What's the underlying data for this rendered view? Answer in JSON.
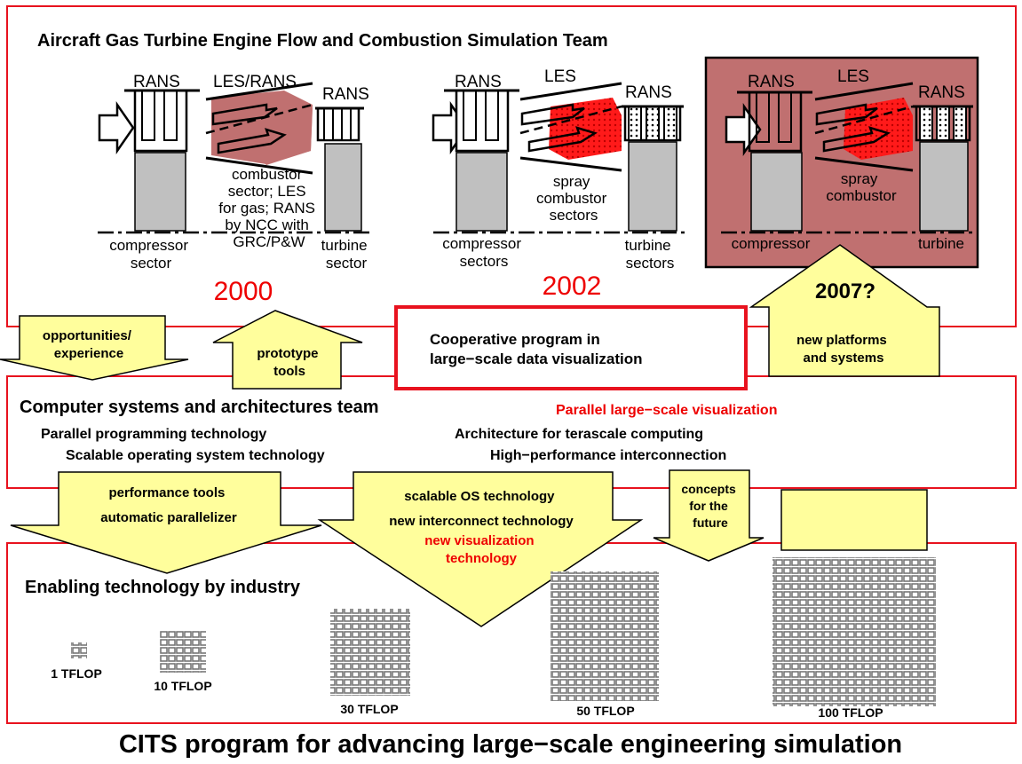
{
  "colors": {
    "frame_red": "#e8121e",
    "arrow_fill": "#fffe9c",
    "flame_red": "#ff1a1a",
    "highlight_panel": "#c07070",
    "grey_block": "#c0c0c0"
  },
  "top": {
    "title": "Aircraft Gas Turbine Engine Flow and  Combustion Simulation Team",
    "engine_2000": {
      "rans_left": "RANS",
      "les_rans": "LES/RANS",
      "rans_right": "RANS",
      "combustor_note": [
        "combustor",
        "sector; LES",
        "for gas; RANS",
        "by  NCC with",
        "GRC/P&W"
      ],
      "compressor": [
        "compressor",
        "sector"
      ],
      "turbine": [
        "turbine",
        "sector"
      ],
      "year": "2000"
    },
    "engine_2002": {
      "rans_left": "RANS",
      "les": "LES",
      "rans_right": "RANS",
      "combustor_note": [
        "spray",
        "combustor",
        "sectors"
      ],
      "compressor": [
        "compressor",
        "sectors"
      ],
      "turbine": [
        "turbine",
        "sectors"
      ],
      "year": "2002"
    },
    "engine_2007": {
      "rans_left": "RANS",
      "les": "LES",
      "rans_right": "RANS",
      "combustor_note": [
        "spray",
        "combustor"
      ],
      "compressor": "compressor",
      "turbine": "turbine"
    }
  },
  "arrows": {
    "opportunities": [
      "opportunities/",
      "experience"
    ],
    "prototype": [
      "prototype",
      "tools"
    ],
    "future_year": "2007?",
    "platforms": [
      "new platforms",
      "and  systems"
    ],
    "performance": [
      "performance tools",
      "automatic parallelizer"
    ],
    "scalable": [
      "scalable OS  technology",
      "new interconnect technology"
    ],
    "scalable_red": [
      "new visualization",
      "technology"
    ],
    "concepts": [
      "concepts",
      "for the",
      "future"
    ]
  },
  "coop_box": [
    "Cooperative program in",
    "large−scale data  visualization"
  ],
  "middle": {
    "title": "Computer systems and architectures team",
    "red_item": "Parallel large−scale visualization",
    "left_items": [
      "Parallel programming technology",
      "Scalable operating system technology"
    ],
    "right_items": [
      "Architecture for terascale computing",
      "High−performance interconnection"
    ]
  },
  "bottom": {
    "title": "Enabling technology by industry",
    "systems": [
      "1 TFLOP",
      "10  TFLOP",
      "30 TFLOP",
      "50 TFLOP",
      "100 TFLOP"
    ]
  },
  "footer": "CITS  program for advancing large−scale engineering simulation"
}
